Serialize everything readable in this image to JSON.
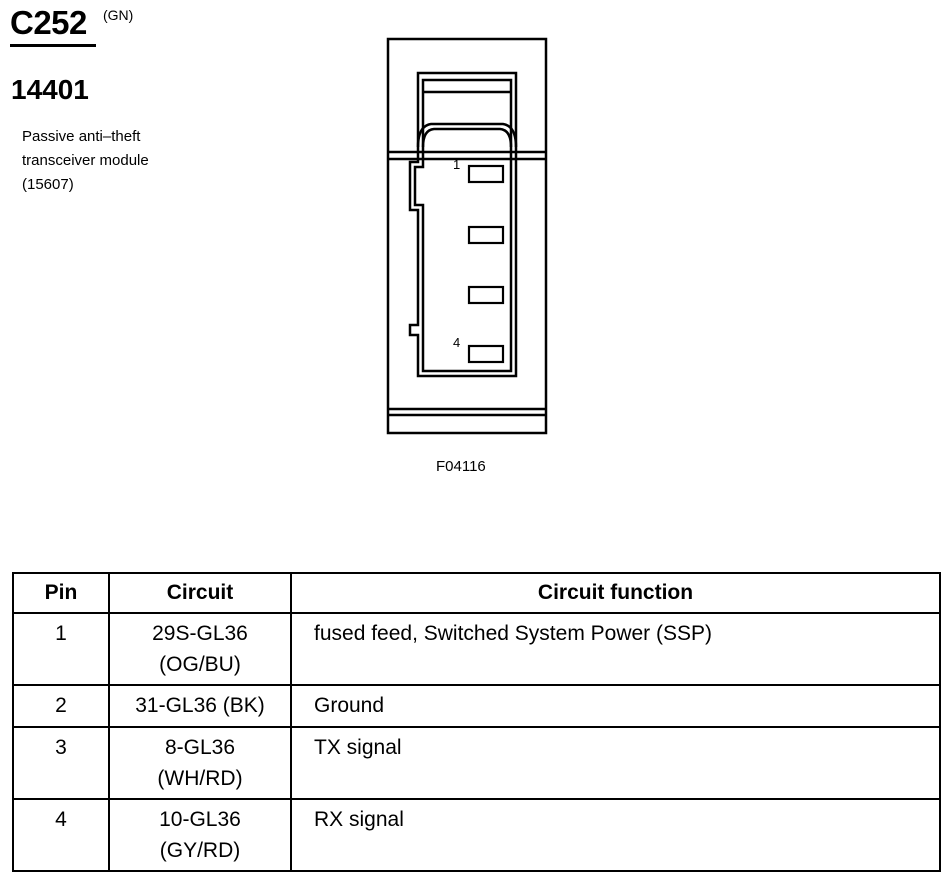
{
  "header": {
    "connector_id": "C252",
    "color_code": "(GN)",
    "part_number": "14401",
    "description_lines": [
      "Passive anti–theft",
      "transceiver module",
      "(15607)"
    ]
  },
  "diagram": {
    "pin_labels": [
      "1",
      "4"
    ],
    "figure_id": "F04116"
  },
  "table": {
    "headers": [
      "Pin",
      "Circuit",
      "Circuit function"
    ],
    "rows": [
      {
        "pin": "1",
        "circuit_lines": [
          "29S-GL36",
          "(OG/BU)"
        ],
        "function": "fused feed, Switched System Power (SSP)"
      },
      {
        "pin": "2",
        "circuit_lines": [
          "31-GL36 (BK)"
        ],
        "function": "Ground"
      },
      {
        "pin": "3",
        "circuit_lines": [
          "8-GL36",
          "(WH/RD)"
        ],
        "function": "TX signal"
      },
      {
        "pin": "4",
        "circuit_lines": [
          "10-GL36",
          "(GY/RD)"
        ],
        "function": "RX signal"
      }
    ]
  }
}
